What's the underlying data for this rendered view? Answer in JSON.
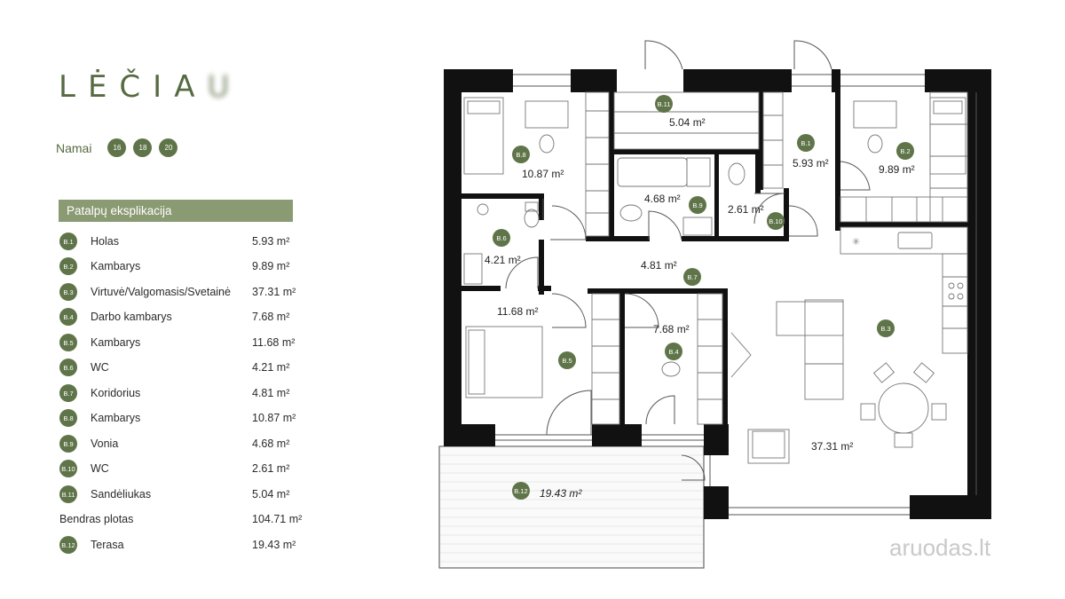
{
  "brand": {
    "logo_main": "LĖČIA",
    "logo_faded": "U"
  },
  "namai": {
    "label": "Namai",
    "houses": [
      "16",
      "18",
      "20"
    ]
  },
  "legend": {
    "title": "Patalpų eksplikacija",
    "rows": [
      {
        "code": "B.1",
        "name": "Holas",
        "area": "5.93 m²"
      },
      {
        "code": "B.2",
        "name": "Kambarys",
        "area": "9.89 m²"
      },
      {
        "code": "B.3",
        "name": "Virtuvė/Valgomasis/Svetainė",
        "area": "37.31 m²"
      },
      {
        "code": "B.4",
        "name": "Darbo kambarys",
        "area": "7.68 m²"
      },
      {
        "code": "B.5",
        "name": "Kambarys",
        "area": "11.68 m²"
      },
      {
        "code": "B.6",
        "name": "WC",
        "area": "4.21  m²"
      },
      {
        "code": "B.7",
        "name": "Koridorius",
        "area": "4.81 m²"
      },
      {
        "code": "B.8",
        "name": "Kambarys",
        "area": "10.87  m²"
      },
      {
        "code": "B.9",
        "name": "Vonia",
        "area": "4.68  m²"
      },
      {
        "code": "B.10",
        "name": "WC",
        "area": "2.61  m²"
      },
      {
        "code": "B.11",
        "name": "Sandėliukas",
        "area": "5.04  m²"
      }
    ],
    "total": {
      "name": "Bendras plotas",
      "area": "104.71 m²"
    },
    "terrace": {
      "code": "B.12",
      "name": "Terasa",
      "area": "19.43 m²"
    }
  },
  "plan": {
    "rooms": [
      {
        "code": "B.1",
        "area": "5.93 m²"
      },
      {
        "code": "B.2",
        "area": "9.89 m²"
      },
      {
        "code": "B.3",
        "area": "37.31 m²"
      },
      {
        "code": "B.4",
        "area": "7.68 m²"
      },
      {
        "code": "B.5",
        "area": "11.68 m²"
      },
      {
        "code": "B.6",
        "area": "4.21 m²"
      },
      {
        "code": "B.7",
        "area": "4.81 m²"
      },
      {
        "code": "B.8",
        "area": "10.87 m²"
      },
      {
        "code": "B.9",
        "area": "4.68 m²"
      },
      {
        "code": "B.10",
        "area": "2.61 m²"
      },
      {
        "code": "B.11",
        "area": "5.04 m²"
      },
      {
        "code": "B.12",
        "area": "19.43 m²"
      }
    ]
  },
  "watermark": "aruodas.lt",
  "colors": {
    "accent": "#5f7549",
    "header": "#8a9a72",
    "wall": "#111111"
  }
}
